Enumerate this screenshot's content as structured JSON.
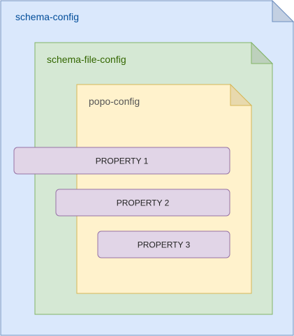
{
  "diagram": {
    "containers": [
      {
        "id": "schema-config",
        "label": "schema-config",
        "fill": "#dae8fc",
        "stroke": "#6c8ebf",
        "text_color": "#004c99"
      },
      {
        "id": "schema-file-config",
        "label": "schema-file-config",
        "fill": "#d5e8d4",
        "stroke": "#82b366",
        "text_color": "#336600"
      },
      {
        "id": "popo-config",
        "label": "popo-config",
        "fill": "#fff2cc",
        "stroke": "#d6b656",
        "text_color": "#555555"
      }
    ],
    "properties": [
      {
        "id": "property-1",
        "label": "PROPERTY 1"
      },
      {
        "id": "property-2",
        "label": "PROPERTY 2"
      },
      {
        "id": "property-3",
        "label": "PROPERTY 3"
      }
    ],
    "property_style": {
      "fill": "#e1d5e7",
      "stroke": "#9673a6"
    }
  }
}
